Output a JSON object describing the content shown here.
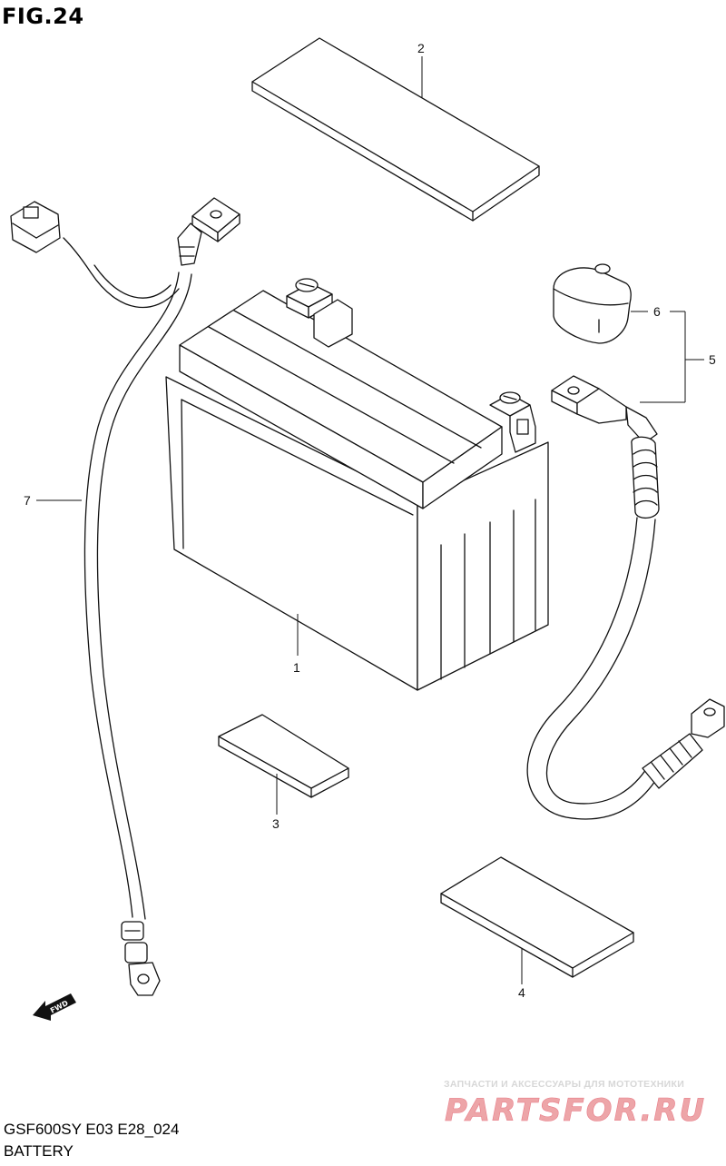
{
  "figure": {
    "title": "FIG.24"
  },
  "footer": {
    "model_code": "GSF600SY E03 E28_024",
    "section_name": "BATTERY"
  },
  "diagram": {
    "callouts": [
      "1",
      "2",
      "3",
      "4",
      "5",
      "6",
      "7"
    ],
    "direction_marker": "FWD"
  },
  "watermark": {
    "subtitle": "ЗАПЧАСТИ И АКСЕССУАРЫ ДЛЯ МОТОТЕХНИКИ",
    "logo_text": "PARTSFOR.RU",
    "color": "#e8888c"
  }
}
